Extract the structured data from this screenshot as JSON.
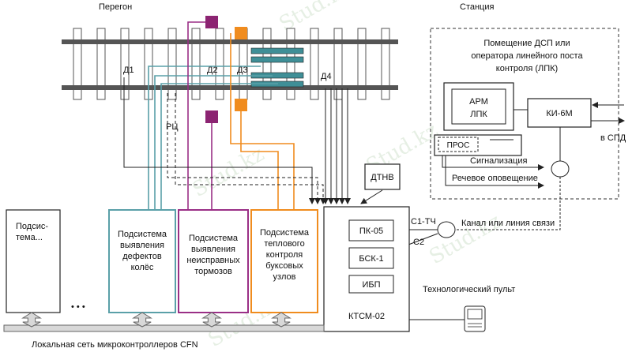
{
  "labels": {
    "peregon": "Перегон",
    "stantsiya": "Станция",
    "d1": "Д1",
    "d2": "Д2",
    "d3": "Д3",
    "d4": "Д4",
    "rts": "РЦ",
    "room_l1": "Помещение ДСП или",
    "room_l2": "оператора линейного поста",
    "room_l3": "контроля (ЛПК)",
    "arm_l1": "АРМ",
    "arm_l2": "ЛПК",
    "ki6m": "КИ-6М",
    "v_spd": "в СПД",
    "pros": "ПРОС",
    "signalizatsiya": "Сигнализация",
    "rechevoe": "Речевое оповещение",
    "dtnv": "ДТНВ",
    "c1tch": "С1-ТЧ",
    "c2": "С2",
    "kanal": "Канал или линия связи",
    "pk05": "ПК-05",
    "bsk1": "БСК-1",
    "ibp": "ИБП",
    "ktsm02": "КТСМ-02",
    "tech_pult": "Технологический пульт",
    "lan": "Локальная сеть микроконтроллеров CFN",
    "ellipsis": "• • •",
    "watermark": "Stud.kz"
  },
  "subsystems": [
    {
      "name": "sub-generic",
      "lines": [
        "Подсис-",
        "тема..."
      ]
    },
    {
      "name": "sub-wheels",
      "lines": [
        "Подсистема",
        "выявления",
        "дефектов",
        "колёс"
      ]
    },
    {
      "name": "sub-brakes",
      "lines": [
        "Подсистема",
        "выявления",
        "неисправных",
        "тормозов"
      ]
    },
    {
      "name": "sub-axle",
      "lines": [
        "Подсистема",
        "теплового",
        "контроля",
        "буксовых",
        "узлов"
      ]
    }
  ],
  "colors": {
    "teal": "#5aa0a8",
    "purple": "#9a2f86",
    "purple_sensor": "#8c2472",
    "orange": "#f08c1e",
    "beam": "#3f8f97",
    "rail": "#555555",
    "sleeper_fill": "#ffffff",
    "sleeper_stroke": "#555555",
    "line": "#222222",
    "lan_bar": "#d8d8d8",
    "arrow_fill": "#d8d8d8"
  }
}
